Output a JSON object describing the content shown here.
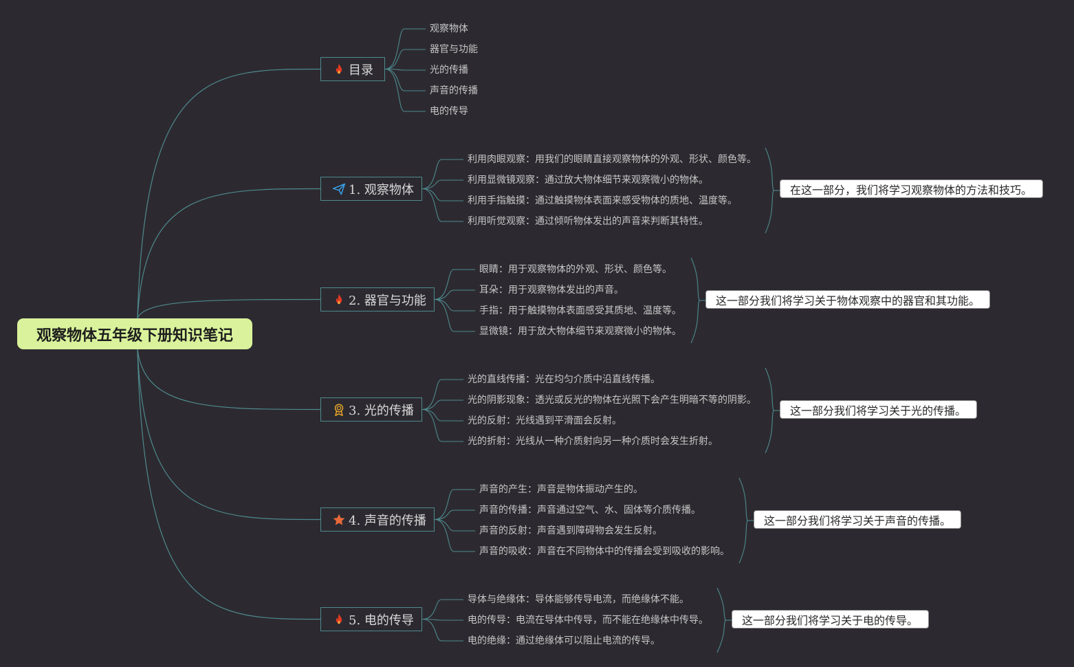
{
  "root": {
    "title": "观察物体五年级下册知识笔记"
  },
  "topics": [
    {
      "label": "目录",
      "icon": "fire-icon",
      "icon_color": "#e63a22",
      "items": [
        "观察物体",
        "器官与功能",
        "光的传播",
        "声音的传播",
        "电的传导"
      ],
      "summary": ""
    },
    {
      "label": "1. 观察物体",
      "icon": "paper-plane-icon",
      "icon_color": "#3a9ee6",
      "items": [
        "利用肉眼观察：用我们的眼睛直接观察物体的外观、形状、颜色等。",
        "利用显微镜观察：通过放大物体细节来观察微小的物体。",
        "利用手指触摸：通过触摸物体表面来感受物体的质地、温度等。",
        "利用听觉观察：通过倾听物体发出的声音来判断其特性。"
      ],
      "summary": "在这一部分，我们将学习观察物体的方法和技巧。"
    },
    {
      "label": "2. 器官与功能",
      "icon": "fire-icon",
      "icon_color": "#e63a22",
      "items": [
        "眼睛：用于观察物体的外观、形状、颜色等。",
        "耳朵：用于观察物体发出的声音。",
        "手指：用于触摸物体表面感受其质地、温度等。",
        "显微镜：用于放大物体细节来观察微小的物体。"
      ],
      "summary": "这一部分我们将学习关于物体观察中的器官和其功能。"
    },
    {
      "label": "3. 光的传播",
      "icon": "award-icon",
      "icon_color": "#e6a52a",
      "items": [
        "光的直线传播：光在均匀介质中沿直线传播。",
        "光的阴影现象：透光或反光的物体在光照下会产生明暗不等的阴影。",
        "光的反射：光线遇到平滑面会反射。",
        "光的折射：光线从一种介质射向另一种介质时会发生折射。"
      ],
      "summary": "这一部分我们将学习关于光的传播。"
    },
    {
      "label": "4. 声音的传播",
      "icon": "star-icon",
      "icon_color": "#e8693a",
      "items": [
        "声音的产生：声音是物体振动产生的。",
        "声音的传播：声音通过空气、水、固体等介质传播。",
        "声音的反射：声音遇到障碍物会发生反射。",
        "声音的吸收：声音在不同物体中的传播会受到吸收的影响。"
      ],
      "summary": "这一部分我们将学习关于声音的传播。"
    },
    {
      "label": "5. 电的传导",
      "icon": "fire-icon",
      "icon_color": "#e63a22",
      "items": [
        "导体与绝缘体：导体能够传导电流，而绝缘体不能。",
        "电的传导：电流在导体中传导，而不能在绝缘体中传导。",
        "电的绝缘：通过绝缘体可以阻止电流的传导。"
      ],
      "summary": "这一部分我们将学习关于电的传导。"
    }
  ],
  "colors": {
    "background": "#2c2a30",
    "line": "#4e8a8f",
    "root_fill": "#d9f29b",
    "summary_fill": "#ffffff",
    "text": "#c6c6c6"
  }
}
